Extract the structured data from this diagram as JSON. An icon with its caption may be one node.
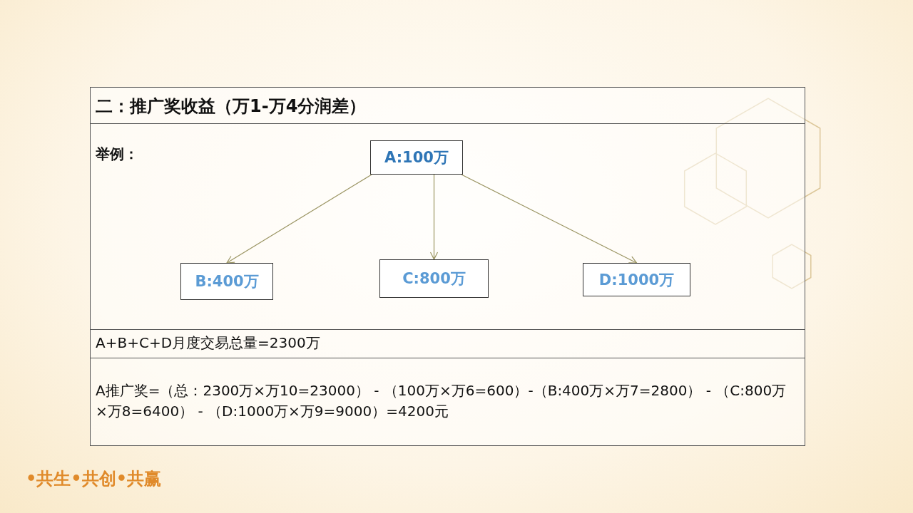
{
  "diagram": {
    "title": "二：推广奖收益（万1-万4分润差）",
    "nodes": [
      {
        "text": [
          "A:100万"
        ]
      },
      {
        "text": [
          "B:400万"
        ]
      },
      {
        "text": [
          "C:800万"
        ]
      },
      {
        "text": [
          "D:1000万"
        ]
      }
    ],
    "edges": [
      {
        "from": 0,
        "to": 1,
        "arrow": "to"
      },
      {
        "from": 0,
        "to": 2,
        "arrow": "to"
      },
      {
        "from": 0,
        "to": 3,
        "arrow": "to"
      }
    ],
    "labels": [
      "举例：",
      "A+B+C+D月度交易总量=2300万",
      "A推广奖=（总：2300万×万10=23000） - （100万×万6=600）-（B:400万×万7=2800） - （C:800万×万8=6400） - （D:1000万×万9=9000）=4200元",
      "•共生•共创•共赢"
    ]
  }
}
